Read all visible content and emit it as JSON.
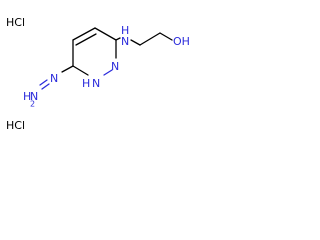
{
  "molecule": {
    "salt_top": "HCl",
    "salt_bottom": "HCl",
    "amine_nh": "N",
    "amine_h": "H",
    "hydroxyl": "OH",
    "ring_nh_n": "N",
    "ring_nh_h": "H",
    "ring_n": "N",
    "hydrazine_n": "N",
    "hydrazine_nh2_n": "N",
    "hydrazine_h": "H",
    "hydrazine_sub": "2"
  },
  "colors": {
    "heteroatom": "#2b2bdb",
    "carbon_bond": "#000000",
    "background": "#ffffff"
  }
}
